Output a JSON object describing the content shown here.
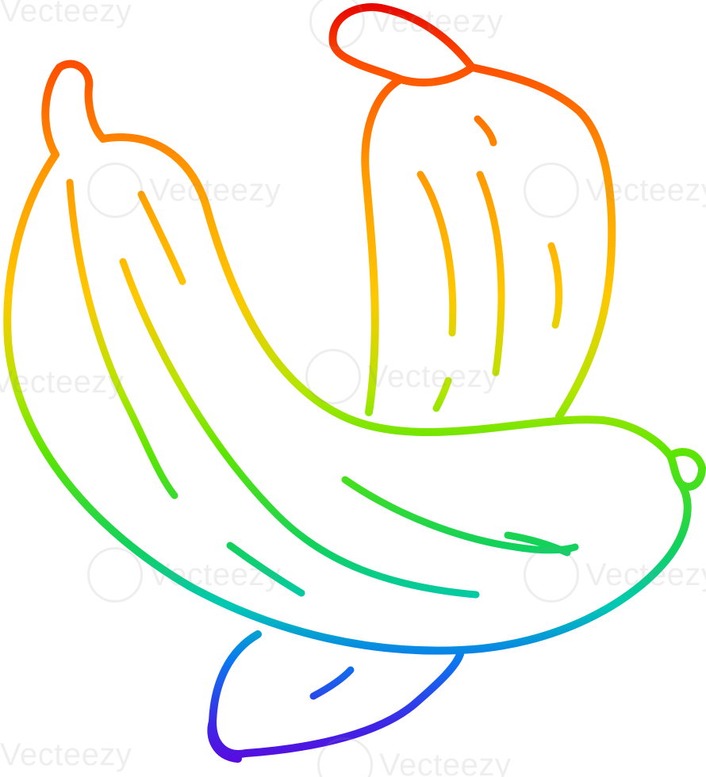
{
  "watermark": {
    "text": "Vecteezy"
  },
  "illustration": {
    "subject": "two bananas",
    "style": "rainbow gradient line art",
    "gradient_colors": [
      "#e50000",
      "#ff4d00",
      "#ff9900",
      "#ffc800",
      "#b4e600",
      "#5fe600",
      "#13d25a",
      "#00c8b4",
      "#0a78f0",
      "#3c28e6",
      "#6400dc"
    ]
  }
}
